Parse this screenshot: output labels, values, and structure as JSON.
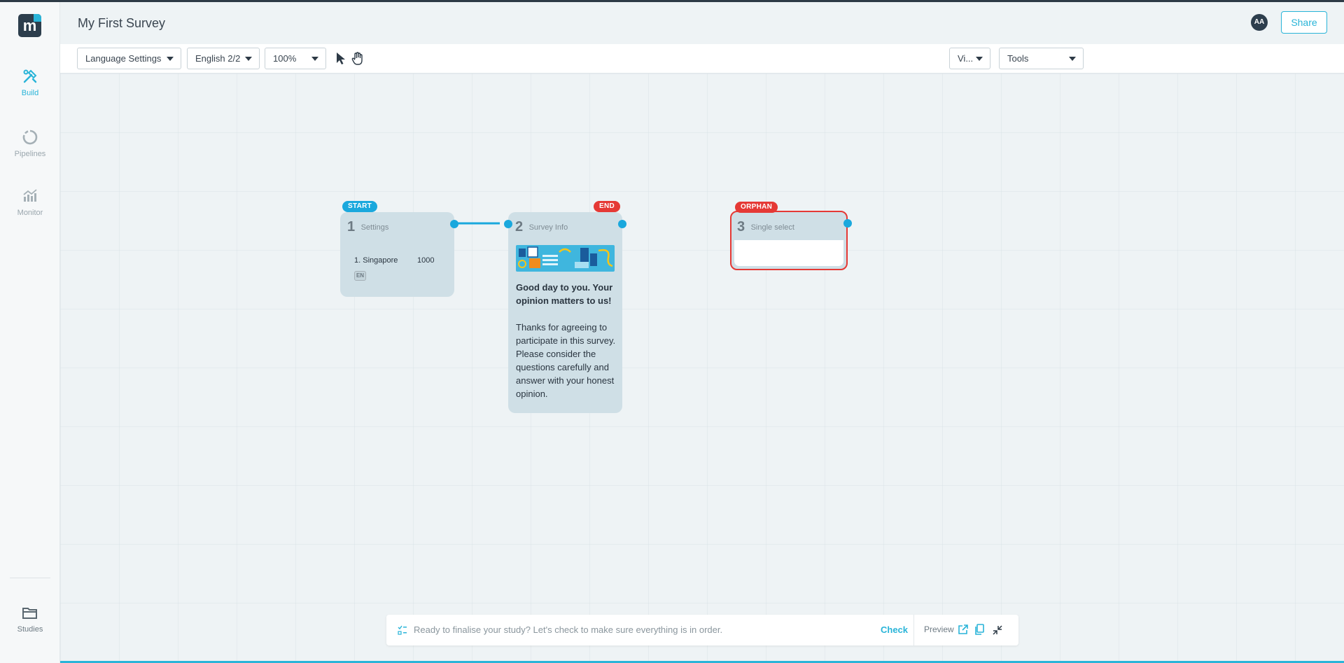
{
  "app": {
    "title": "My First Survey",
    "avatar_initials": "AA",
    "share_label": "Share"
  },
  "sidebar": {
    "items": [
      {
        "label": "Build",
        "icon": "build-icon",
        "active": true
      },
      {
        "label": "Pipelines",
        "icon": "pipelines-icon",
        "active": false
      },
      {
        "label": "Monitor",
        "icon": "monitor-icon",
        "active": false
      }
    ],
    "bottom": {
      "label": "Studies",
      "icon": "folder-icon"
    }
  },
  "toolbar": {
    "language_settings": "Language Settings",
    "language": "English 2/2",
    "zoom": "100%",
    "view": "Vi...",
    "tools": "Tools"
  },
  "nodes": {
    "settings": {
      "badge": "START",
      "number": "1",
      "label": "Settings",
      "row_country": "1. Singapore",
      "row_value": "1000",
      "lang_tag": "EN"
    },
    "survey_info": {
      "badge": "END",
      "number": "2",
      "label": "Survey Info",
      "heading": "Good day to you. Your opinion matters to us!",
      "body": "Thanks for agreeing to participate in this survey. Please consider the questions carefully and answer with your honest opinion."
    },
    "single_select": {
      "badge": "ORPHAN",
      "number": "3",
      "label": "Single select"
    }
  },
  "bottombar": {
    "message": "Ready to finalise your study? Let's check to make sure everything is in order.",
    "check": "Check",
    "preview": "Preview"
  },
  "colors": {
    "accent": "#29b4d8",
    "start_badge": "#1aa8dd",
    "end_badge": "#e53935",
    "orphan": "#e53935",
    "node_bg": "#cfdfe6"
  }
}
